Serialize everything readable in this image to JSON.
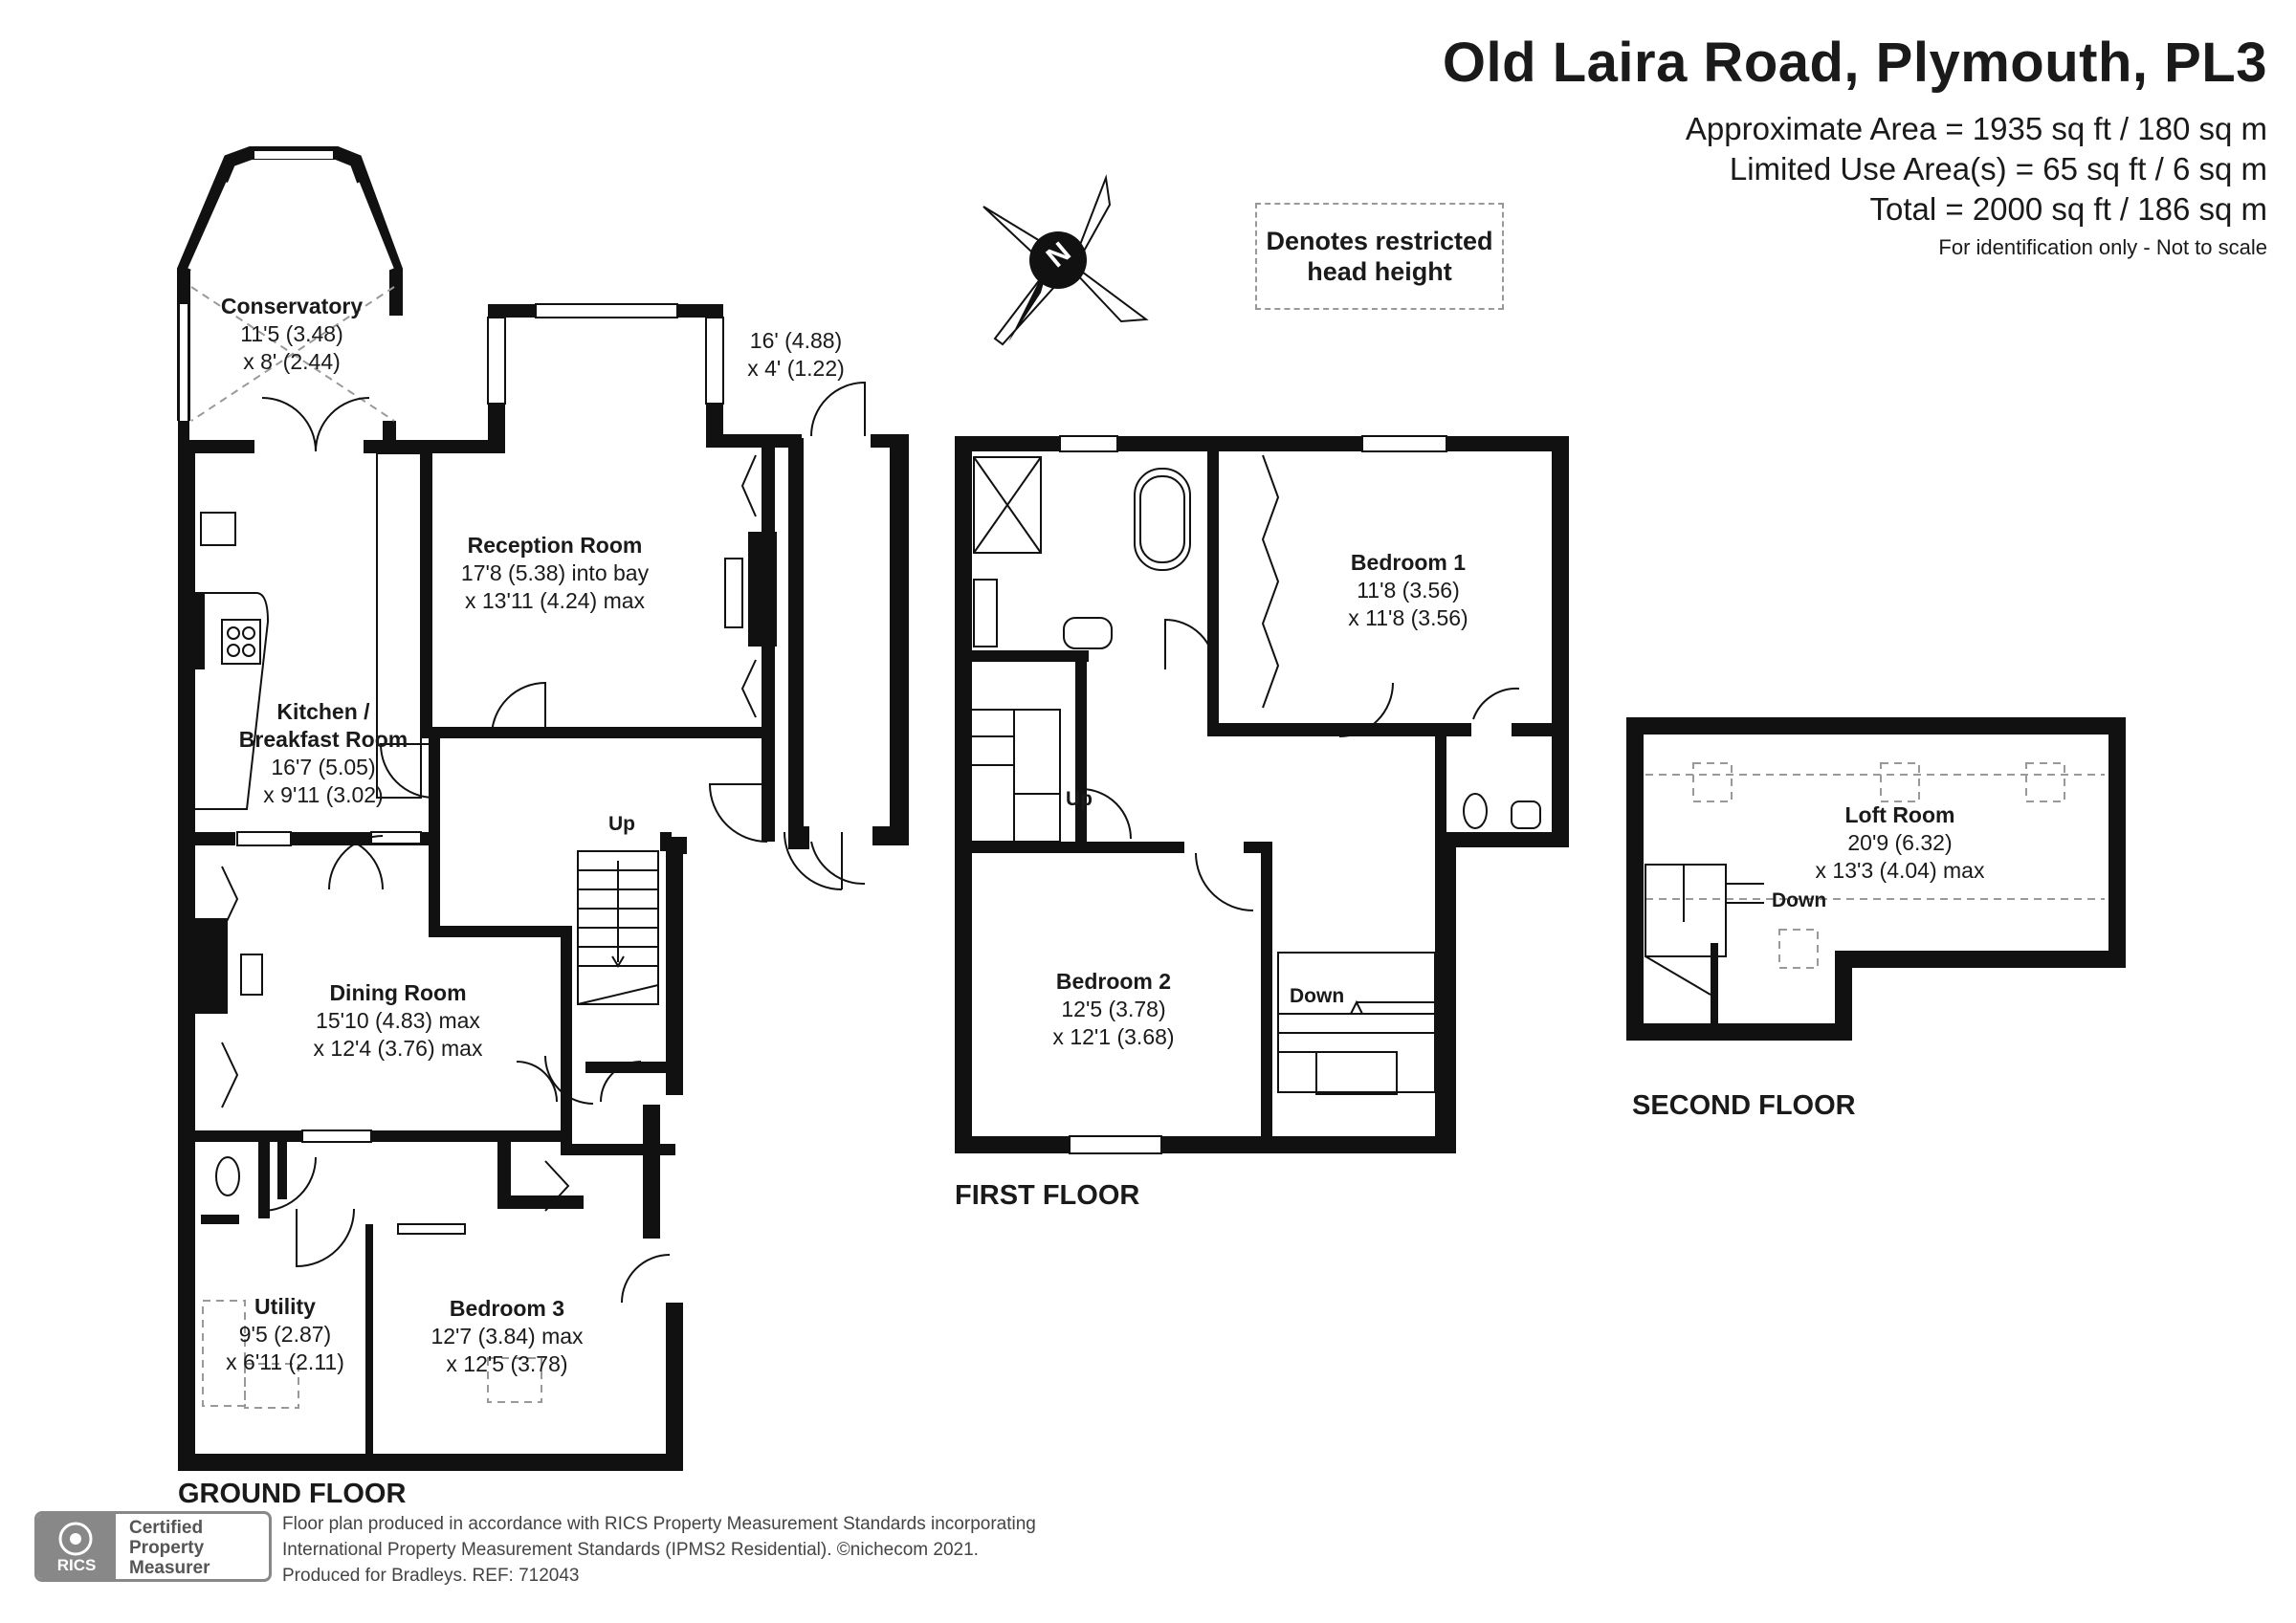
{
  "header": {
    "title": "Old Laira Road, Plymouth, PL3",
    "approx_area": "Approximate Area = 1935 sq ft / 180 sq m",
    "limited_use": "Limited Use Area(s) = 65 sq ft / 6 sq m",
    "total": "Total = 2000 sq ft / 186 sq m",
    "note": "For identification only - Not to scale"
  },
  "legend": {
    "restricted": "Denotes restricted\nhead height"
  },
  "compass": {
    "letter": "N"
  },
  "floors": {
    "ground": "GROUND FLOOR",
    "first": "FIRST FLOOR",
    "second": "SECOND FLOOR"
  },
  "rooms": {
    "conservatory": {
      "name": "Conservatory",
      "dim1": "11'5 (3.48)",
      "dim2": "x 8' (2.44)"
    },
    "porch": {
      "dim1": "16' (4.88)",
      "dim2": "x 4' (1.22)"
    },
    "reception": {
      "name": "Reception Room",
      "dim1": "17'8 (5.38) into bay",
      "dim2": "x 13'11 (4.24) max"
    },
    "kitchen": {
      "name1": "Kitchen /",
      "name2": "Breakfast Room",
      "dim1": "16'7 (5.05)",
      "dim2": "x 9'11 (3.02)"
    },
    "dining": {
      "name": "Dining Room",
      "dim1": "15'10 (4.83) max",
      "dim2": "x 12'4 (3.76) max"
    },
    "utility": {
      "name": "Utility",
      "dim1": "9'5 (2.87)",
      "dim2": "x 6'11 (2.11)"
    },
    "bedroom3": {
      "name": "Bedroom 3",
      "dim1": "12'7 (3.84) max",
      "dim2": "x 12'5 (3.78)"
    },
    "bedroom1": {
      "name": "Bedroom 1",
      "dim1": "11'8 (3.56)",
      "dim2": "x 11'8 (3.56)"
    },
    "bedroom2": {
      "name": "Bedroom 2",
      "dim1": "12'5 (3.78)",
      "dim2": "x 12'1 (3.68)"
    },
    "loft": {
      "name": "Loft Room",
      "dim1": "20'9 (6.32)",
      "dim2": "x 13'3 (4.04) max"
    }
  },
  "stairs": {
    "gf_up": "Up",
    "ff_up": "Up",
    "ff_down": "Down",
    "sf_down": "Down"
  },
  "footer": {
    "line1": "Floor plan produced in accordance with RICS Property Measurement Standards incorporating",
    "line2": "International Property Measurement Standards (IPMS2 Residential).  ©nichecom 2021.",
    "line3": "Produced for Bradleys.   REF: 712043"
  },
  "badge": {
    "l1": "Certified",
    "l2": "Property",
    "l3": "Measurer",
    "seal": "RICS"
  }
}
